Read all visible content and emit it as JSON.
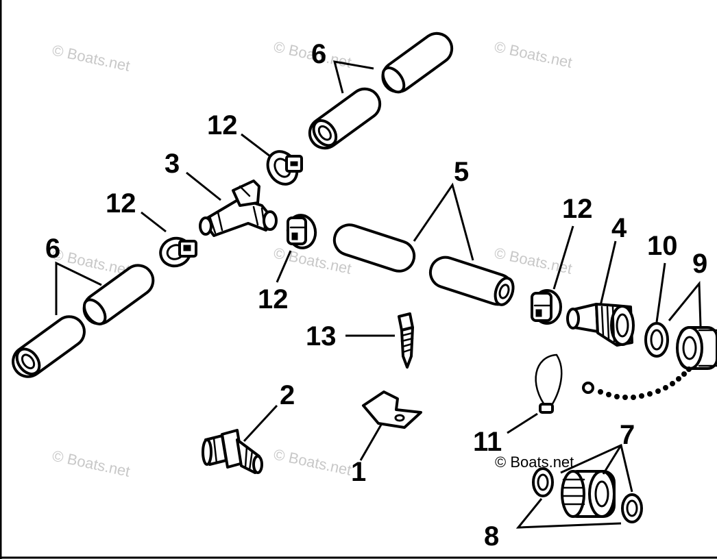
{
  "diagram": {
    "watermark_text": "© Boats.net",
    "callouts": {
      "c1": "1",
      "c2": "2",
      "c3": "3",
      "c4": "4",
      "c5": "5",
      "c6a": "6",
      "c6b": "6",
      "c7": "7",
      "c8": "8",
      "c9": "9",
      "c10": "10",
      "c11": "11",
      "c12a": "12",
      "c12b": "12",
      "c12c": "12",
      "c12d": "12",
      "c13": "13"
    }
  },
  "colors": {
    "line": "#000000",
    "background": "#ffffff",
    "watermark": "#c8c8c8"
  }
}
